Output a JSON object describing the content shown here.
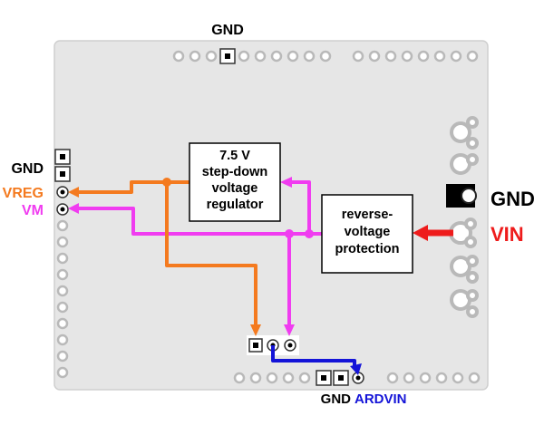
{
  "colors": {
    "board": "#e6e6e6",
    "board_edge": "#cfcfcf",
    "pad_gray": "#b9b9b9",
    "orange": "#f47a1f",
    "magenta": "#f03cf0",
    "blue": "#1414d8",
    "red": "#ee1c1c",
    "black": "#000000"
  },
  "labels": {
    "gnd_top": "GND",
    "gnd_left": "GND",
    "vreg": "VREG",
    "vm": "VM",
    "gnd_right": "GND",
    "vin": "VIN",
    "gnd_bottom": "GND",
    "ardvin": "ARDVIN"
  },
  "boxes": {
    "regulator": [
      "7.5 V",
      "step-down",
      "voltage",
      "regulator"
    ],
    "protection": [
      "reverse-",
      "voltage",
      "protection"
    ]
  }
}
